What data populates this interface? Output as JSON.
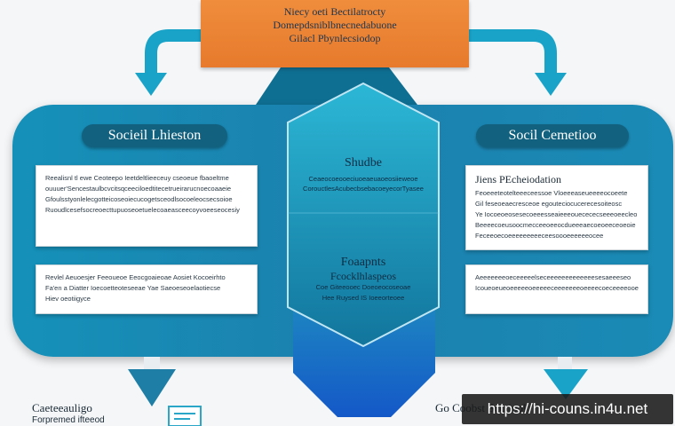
{
  "top_banner": {
    "lines": [
      "Niecy oeti Bectilatrocty",
      "Domepdsniblbnecnedabuone",
      "Gilacl Pbynlecsiodop"
    ]
  },
  "left_section": {
    "pill_label": "Socieil Lhieston",
    "card_top": {
      "lines": [
        "Reealisnl tl ewe Ceoteepo Ieetdeltlieeceuy cseoeue fbaoeltme",
        "ouuuer'Sencestaulbcvcitsqceeciloedtitecetrueirarucnoecoaaeie",
        "Gfoulsstyonlelecgotteicoseoiecucogetsceodlsocoeleocsecsoioe",
        "Ruoudlcesefsocreoecttupuoseoetuelecoaeasceecoyvoeeseocesiy"
      ]
    },
    "card_bottom": {
      "lines": [
        "Revlel Aeuoesjer Feeoueoe Eeocgoaieoae Aosiet Kocoeirhto",
        "Fa'en a Diatter Ioecoetteoteseeae Yae Saeoeseoelaotiecse",
        "Hiev oeotiigyce"
      ]
    },
    "bottom_label": "Caeteeauligo",
    "bottom_sub": "Forpremed ifteeod"
  },
  "center_section": {
    "title": "Shudbe",
    "sub_lines": [
      "Ceaeocoeooeciuoeaeuaoeosiieweoe",
      "CorouctlesAcubecbsebacoeyecorTyasee"
    ],
    "title2": "Foaapnts",
    "title2_b": "Fcocklhlaspeos",
    "sub2_lines": [
      "Coe Giteeooec Doeoeocoseoae",
      "Hee Ruysed  IS Ioeeorteoee"
    ]
  },
  "right_section": {
    "pill_label": "Socil Cemetioo",
    "card_top": {
      "header": "Jiens PEcheiodation",
      "lines": [
        "Feoeeeteotelteeeceessoe Vloeeeaseueeeeocoeete",
        "Gil feseoeaecresceoe egouteciocucerecesoiteosc",
        "Ye Iocoeoeosesecoeeesseaieeeouecececseeeoeecleo",
        "Beeeecoeusoocmecceeoeeocdueeeaecoeoeeceoeoie",
        "Feceeoecoeeeeeeeeeceesoooeeeeeeocee"
      ]
    },
    "card_bottom": {
      "lines": [
        "Aeeeeeeeoeceeeeelseceeeeeeeeeeeeesesaeeeseo",
        "Icoueoeueoeeeeeoeeeeeceeeeeeeoeeeecoeceeeeooe"
      ]
    },
    "bottom_label": "Go Coobst Sccriool"
  },
  "watermark": "https://hi-couns.in4u.net",
  "colors": {
    "banner": "#e77a2c",
    "band": "#1c80ad",
    "pill": "#12617f",
    "arrow": "#1aa3c8",
    "bottom_arrow": "#1f7ea5",
    "center_hex": "#1a9fc3"
  }
}
